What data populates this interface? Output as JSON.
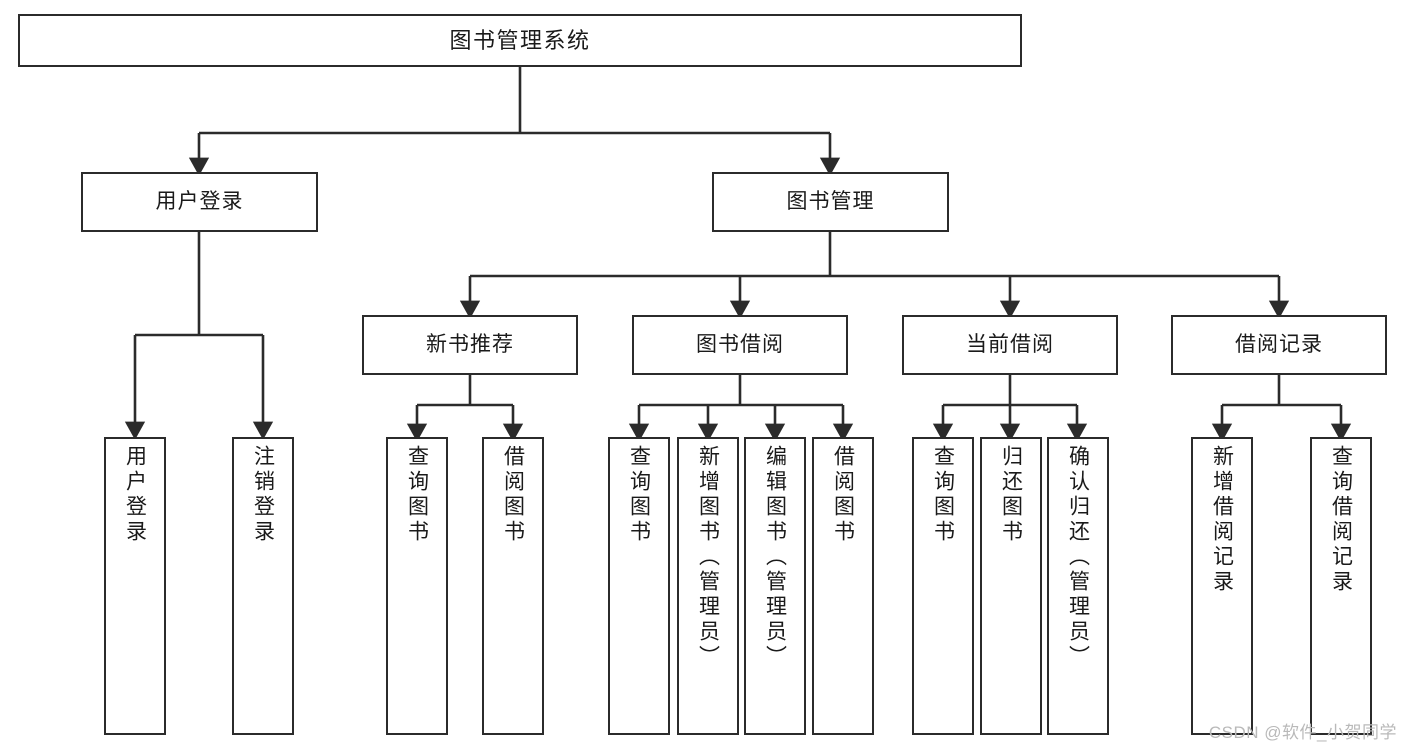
{
  "diagram": {
    "title": "图书管理系统",
    "type": "hierarchy-tree",
    "watermark": "CSDN @软件_小贺同学",
    "colors": {
      "node_border": "#2b2b2b",
      "node_fill": "#ffffff",
      "edge": "#2b2b2b",
      "text": "#1a1a1a",
      "watermark": "#b9b9b9",
      "background": "#ffffff"
    },
    "levels": {
      "root": {
        "label": "图书管理系统"
      },
      "level2": [
        {
          "id": "user-login",
          "label": "用户登录"
        },
        {
          "id": "book-manage",
          "label": "图书管理"
        }
      ],
      "level3": [
        {
          "id": "new-book-rec",
          "label": "新书推荐"
        },
        {
          "id": "book-borrow",
          "label": "图书借阅"
        },
        {
          "id": "current-borrow",
          "label": "当前借阅"
        },
        {
          "id": "borrow-record",
          "label": "借阅记录"
        }
      ],
      "leaves": {
        "user-login": [
          {
            "id": "leaf-user-login",
            "label": "用户登录"
          },
          {
            "id": "leaf-user-logout",
            "label": "注销登录"
          }
        ],
        "new-book-rec": [
          {
            "id": "leaf-query-book-1",
            "label": "查询图书"
          },
          {
            "id": "leaf-borrow-book-1",
            "label": "借阅图书"
          }
        ],
        "book-borrow": [
          {
            "id": "leaf-query-book-2",
            "label": "查询图书"
          },
          {
            "id": "leaf-add-book",
            "label": "新增图书（管理员）"
          },
          {
            "id": "leaf-edit-book",
            "label": "编辑图书（管理员）"
          },
          {
            "id": "leaf-borrow-book-2",
            "label": "借阅图书"
          }
        ],
        "current-borrow": [
          {
            "id": "leaf-query-book-3",
            "label": "查询图书"
          },
          {
            "id": "leaf-return-book",
            "label": "归还图书"
          },
          {
            "id": "leaf-confirm-return",
            "label": "确认归还（管理员）"
          }
        ],
        "borrow-record": [
          {
            "id": "leaf-add-record",
            "label": "新增借阅记录"
          },
          {
            "id": "leaf-query-record",
            "label": "查询借阅记录"
          }
        ]
      }
    }
  }
}
